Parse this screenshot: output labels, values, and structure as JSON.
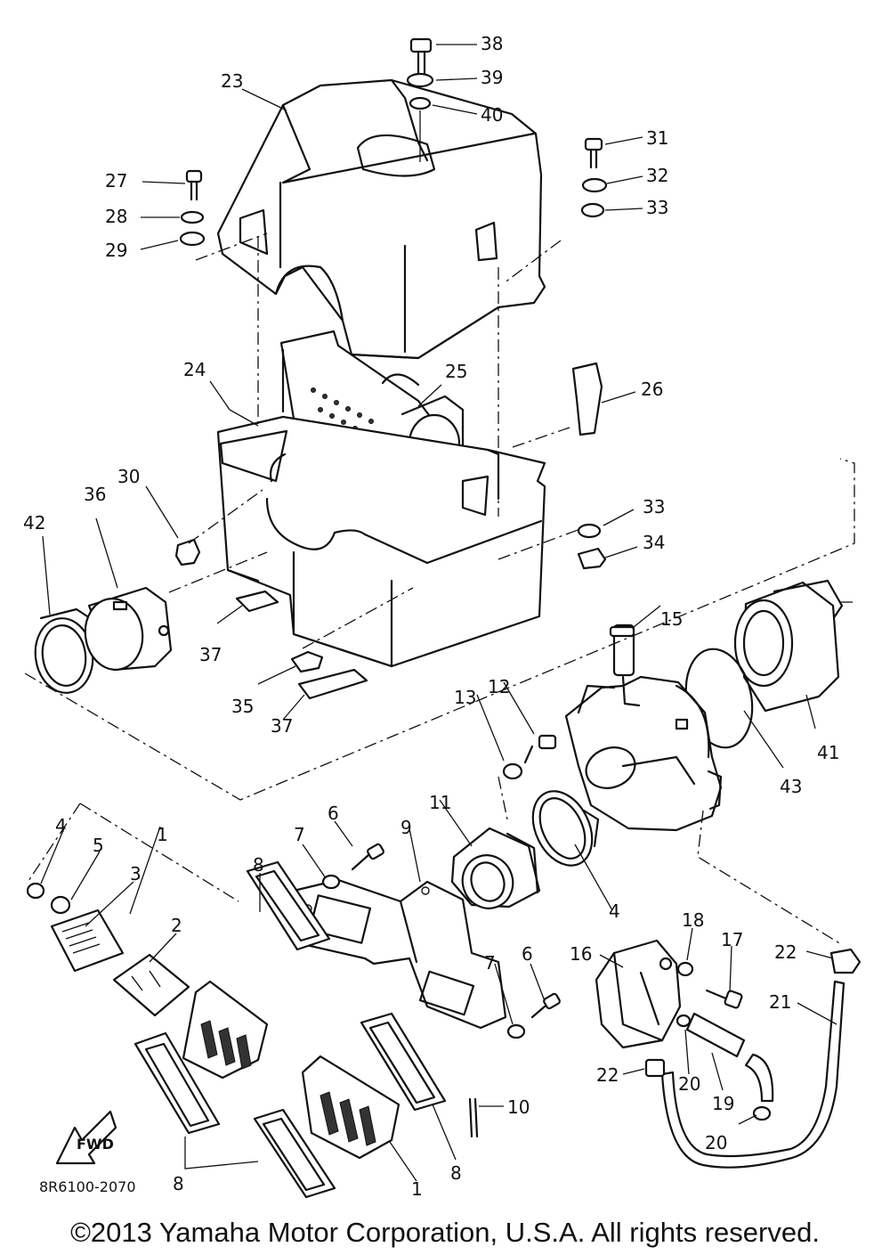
{
  "diagram": {
    "code": "8R6100-2070",
    "fwd": "FWD",
    "callouts": [
      "38",
      "39",
      "40",
      "23",
      "31",
      "32",
      "33",
      "27",
      "28",
      "29",
      "24",
      "25",
      "26",
      "30",
      "36",
      "42",
      "33",
      "34",
      "15",
      "12",
      "13",
      "37",
      "35",
      "37",
      "41",
      "43",
      "11",
      "6",
      "7",
      "9",
      "1",
      "4",
      "5",
      "3",
      "2",
      "8",
      "4",
      "18",
      "16",
      "17",
      "22",
      "21",
      "7",
      "6",
      "20",
      "22",
      "10",
      "19",
      "20",
      "8",
      "8",
      "1"
    ]
  },
  "copyright": "©2013 Yamaha Motor Corporation, U.S.A. All rights reserved."
}
